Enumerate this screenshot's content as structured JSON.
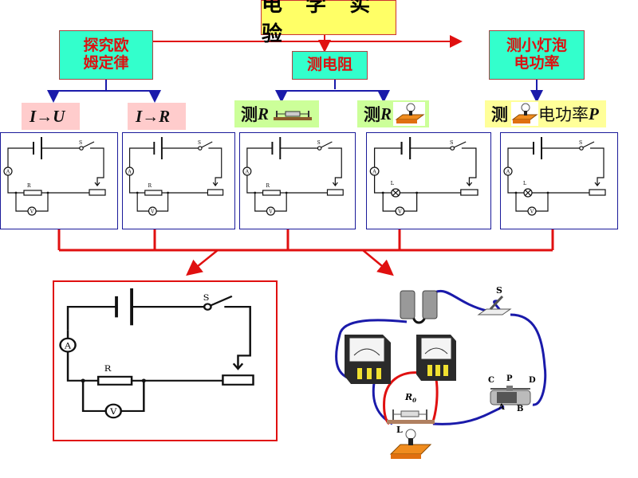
{
  "title": "电 学 实 验",
  "categories": [
    {
      "id": "ohm",
      "label_line1": "探究欧",
      "label_line2": "姆定律"
    },
    {
      "id": "resistance",
      "label_line1": "测电阻",
      "label_line2": ""
    },
    {
      "id": "power",
      "label_line1": "测小灯泡",
      "label_line2": "电功率"
    }
  ],
  "sub_labels": [
    {
      "id": "i-u",
      "text": "I→U",
      "bg": "#ffcccc"
    },
    {
      "id": "i-r",
      "text": "I→R",
      "bg": "#ffcccc"
    },
    {
      "id": "r-resistor",
      "prefix": "测",
      "text": "R",
      "icon": "resistor-icon",
      "bg": "#ccff99"
    },
    {
      "id": "r-lamp",
      "prefix": "测",
      "text": "R",
      "icon": "lamp-board-icon",
      "bg": "#ccff99"
    },
    {
      "id": "lamp-power",
      "prefix": "测",
      "suffix": "电功率",
      "text": "P",
      "icon": "lamp-board-icon",
      "bg": "#ffff99"
    }
  ],
  "circuits": [
    {
      "id": "circuit-ohm-iu",
      "load": "R",
      "switch": "S",
      "ammeter": "A",
      "voltmeter": "V"
    },
    {
      "id": "circuit-ohm-ir",
      "load": "R",
      "switch": "S",
      "ammeter": "A",
      "voltmeter": "V"
    },
    {
      "id": "circuit-measure-r",
      "load": "R",
      "switch": "S",
      "ammeter": "A",
      "voltmeter": "V"
    },
    {
      "id": "circuit-measure-r-lamp",
      "load": "L",
      "switch": "S",
      "ammeter": "A",
      "voltmeter": "V"
    },
    {
      "id": "circuit-lamp-power",
      "load": "L",
      "switch": "S",
      "ammeter": "A",
      "voltmeter": "V"
    }
  ],
  "general_circuit": {
    "load": "R",
    "switch": "S",
    "ammeter": "A",
    "voltmeter": "V"
  },
  "apparatus": {
    "switch_label": "S",
    "rheostat_labels": {
      "c": "C",
      "p": "P",
      "d": "D",
      "a": "A",
      "b": "B"
    },
    "resistor_label": "R",
    "resistor_subscript": "0",
    "lamp_label": "L"
  },
  "colors": {
    "title_bg": "#ffff66",
    "category_bg": "#33ffcc",
    "category_text": "#dd1111",
    "connector_red": "#e01010",
    "connector_blue": "#1a1aaa",
    "wire_blue": "#1a1aaa",
    "wire_red": "#e01010"
  }
}
